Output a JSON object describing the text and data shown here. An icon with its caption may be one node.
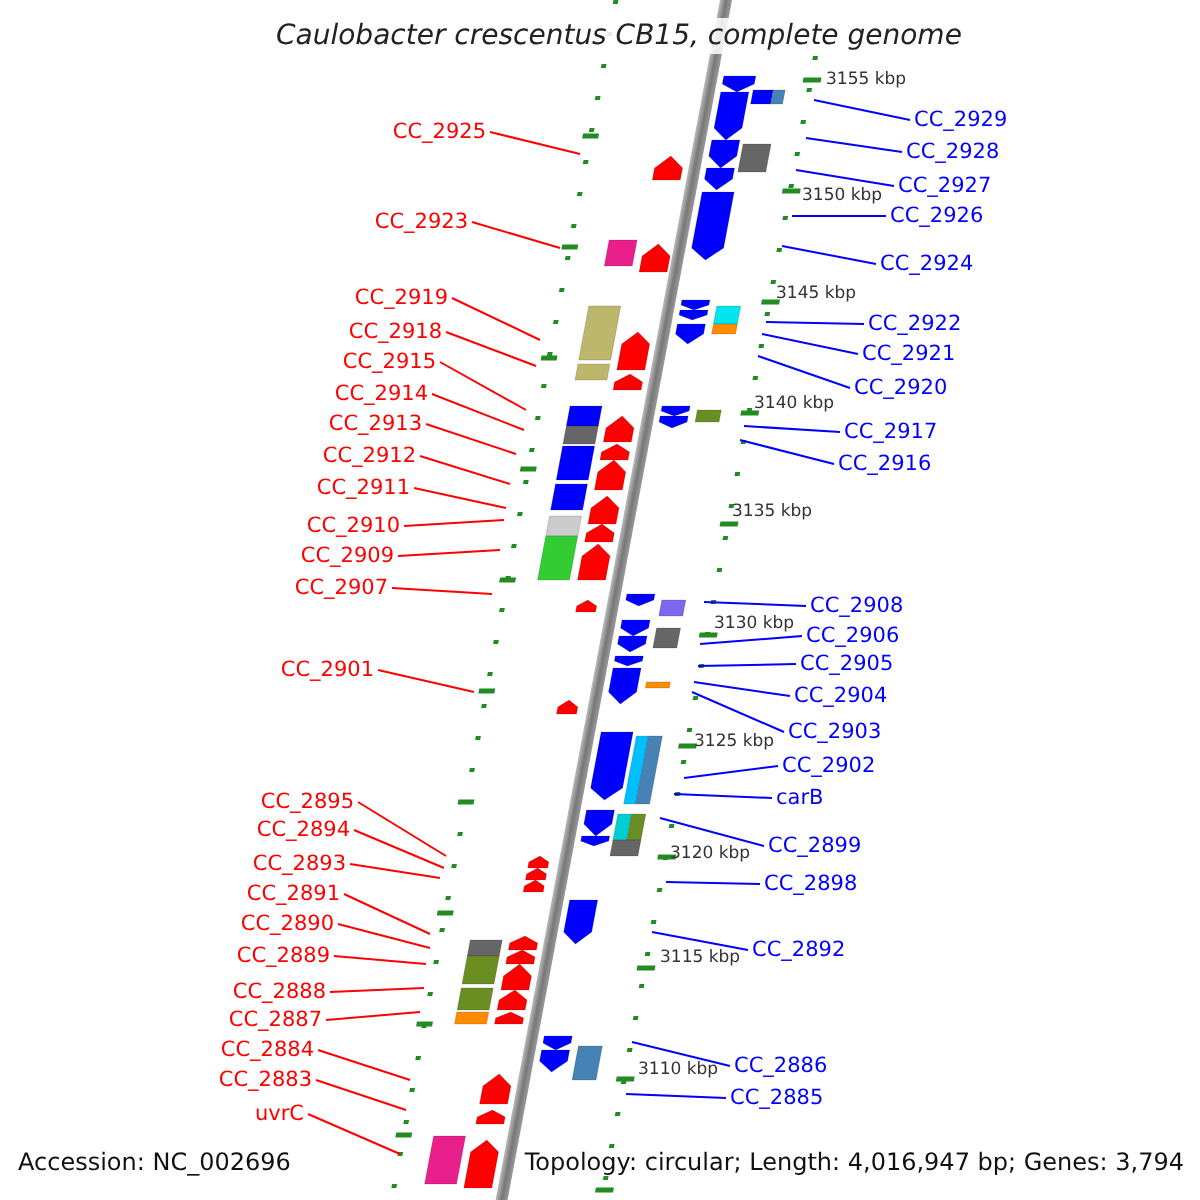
{
  "diagram": {
    "title": "Caulobacter crescentus CB15, complete genome",
    "nodes": [
      {
        "text": [
          "CC_2925"
        ]
      },
      {
        "text": [
          "CC_2923"
        ]
      },
      {
        "text": [
          "CC_2919"
        ]
      },
      {
        "text": [
          "CC_2918"
        ]
      },
      {
        "text": [
          "CC_2915"
        ]
      },
      {
        "text": [
          "CC_2914"
        ]
      },
      {
        "text": [
          "CC_2913"
        ]
      },
      {
        "text": [
          "CC_2912"
        ]
      },
      {
        "text": [
          "CC_2911"
        ]
      },
      {
        "text": [
          "CC_2910"
        ]
      },
      {
        "text": [
          "CC_2909"
        ]
      },
      {
        "text": [
          "CC_2907"
        ]
      },
      {
        "text": [
          "CC_2901"
        ]
      },
      {
        "text": [
          "CC_2895"
        ]
      },
      {
        "text": [
          "CC_2894"
        ]
      },
      {
        "text": [
          "CC_2893"
        ]
      },
      {
        "text": [
          "CC_2891"
        ]
      },
      {
        "text": [
          "CC_2890"
        ]
      },
      {
        "text": [
          "CC_2889"
        ]
      },
      {
        "text": [
          "CC_2888"
        ]
      },
      {
        "text": [
          "CC_2887"
        ]
      },
      {
        "text": [
          "CC_2884"
        ]
      },
      {
        "text": [
          "CC_2883"
        ]
      },
      {
        "text": [
          "uvrC"
        ]
      },
      {
        "text": [
          "CC_2929"
        ]
      },
      {
        "text": [
          "CC_2928"
        ]
      },
      {
        "text": [
          "CC_2927"
        ]
      },
      {
        "text": [
          "CC_2926"
        ]
      },
      {
        "text": [
          "CC_2924"
        ]
      },
      {
        "text": [
          "CC_2922"
        ]
      },
      {
        "text": [
          "CC_2921"
        ]
      },
      {
        "text": [
          "CC_2920"
        ]
      },
      {
        "text": [
          "CC_2917"
        ]
      },
      {
        "text": [
          "CC_2916"
        ]
      },
      {
        "text": [
          "CC_2908"
        ]
      },
      {
        "text": [
          "CC_2906"
        ]
      },
      {
        "text": [
          "CC_2905"
        ]
      },
      {
        "text": [
          "CC_2904"
        ]
      },
      {
        "text": [
          "CC_2903"
        ]
      },
      {
        "text": [
          "CC_2902"
        ]
      },
      {
        "text": [
          "carB"
        ]
      },
      {
        "text": [
          "CC_2899"
        ]
      },
      {
        "text": [
          "CC_2898"
        ]
      },
      {
        "text": [
          "CC_2892"
        ]
      },
      {
        "text": [
          "CC_2886"
        ]
      },
      {
        "text": [
          "CC_2885"
        ]
      }
    ],
    "edges": [
      {
        "from": 0,
        "to": null,
        "arrow": "none"
      },
      {
        "from": 1,
        "to": null,
        "arrow": "none"
      },
      {
        "from": 2,
        "to": null,
        "arrow": "none"
      },
      {
        "from": 3,
        "to": null,
        "arrow": "none"
      },
      {
        "from": 4,
        "to": null,
        "arrow": "none"
      },
      {
        "from": 5,
        "to": null,
        "arrow": "none"
      },
      {
        "from": 6,
        "to": null,
        "arrow": "none"
      },
      {
        "from": 7,
        "to": null,
        "arrow": "none"
      },
      {
        "from": 8,
        "to": null,
        "arrow": "none"
      },
      {
        "from": 9,
        "to": null,
        "arrow": "none"
      },
      {
        "from": 10,
        "to": null,
        "arrow": "none"
      },
      {
        "from": 11,
        "to": null,
        "arrow": "none"
      },
      {
        "from": 12,
        "to": null,
        "arrow": "none"
      },
      {
        "from": 13,
        "to": null,
        "arrow": "none"
      },
      {
        "from": 14,
        "to": null,
        "arrow": "none"
      },
      {
        "from": 15,
        "to": null,
        "arrow": "none"
      },
      {
        "from": 16,
        "to": null,
        "arrow": "none"
      },
      {
        "from": 17,
        "to": null,
        "arrow": "none"
      },
      {
        "from": 18,
        "to": null,
        "arrow": "none"
      },
      {
        "from": 19,
        "to": null,
        "arrow": "none"
      },
      {
        "from": 20,
        "to": null,
        "arrow": "none"
      },
      {
        "from": 21,
        "to": null,
        "arrow": "none"
      },
      {
        "from": 22,
        "to": null,
        "arrow": "none"
      },
      {
        "from": 23,
        "to": null,
        "arrow": "none"
      },
      {
        "from": 24,
        "to": null,
        "arrow": "none",
        "color": "#0000ff"
      },
      {
        "from": 25,
        "to": null,
        "arrow": "none",
        "color": "#0000ff"
      },
      {
        "from": 26,
        "to": null,
        "arrow": "none",
        "color": "#0000ff"
      },
      {
        "from": 27,
        "to": null,
        "arrow": "none",
        "color": "#0000ff"
      },
      {
        "from": 28,
        "to": null,
        "arrow": "none",
        "color": "#0000ff"
      },
      {
        "from": 29,
        "to": null,
        "arrow": "none",
        "color": "#0000ff"
      },
      {
        "from": 30,
        "to": null,
        "arrow": "none",
        "color": "#0000ff"
      },
      {
        "from": 31,
        "to": null,
        "arrow": "none",
        "color": "#0000ff"
      },
      {
        "from": 32,
        "to": null,
        "arrow": "none",
        "color": "#0000ff"
      },
      {
        "from": 33,
        "to": null,
        "arrow": "none",
        "color": "#0000ff"
      },
      {
        "from": 34,
        "to": null,
        "arrow": "none",
        "color": "#0000ff"
      },
      {
        "from": 35,
        "to": null,
        "arrow": "none",
        "color": "#0000ff"
      },
      {
        "from": 36,
        "to": null,
        "arrow": "none",
        "color": "#0000ff"
      },
      {
        "from": 37,
        "to": null,
        "arrow": "none",
        "color": "#0000ff"
      },
      {
        "from": 38,
        "to": null,
        "arrow": "none",
        "color": "#0000ff"
      },
      {
        "from": 39,
        "to": null,
        "arrow": "none",
        "color": "#0000ff"
      },
      {
        "from": 40,
        "to": null,
        "arrow": "none",
        "color": "#0000ff"
      },
      {
        "from": 41,
        "to": null,
        "arrow": "none",
        "color": "#0000ff"
      },
      {
        "from": 42,
        "to": null,
        "arrow": "none",
        "color": "#0000ff"
      },
      {
        "from": 43,
        "to": null,
        "arrow": "none",
        "color": "#0000ff"
      },
      {
        "from": 44,
        "to": null,
        "arrow": "none",
        "color": "#0000ff"
      },
      {
        "from": 45,
        "to": null,
        "arrow": "none",
        "color": "#0000ff"
      }
    ],
    "labels": [
      "3155 kbp",
      "3150 kbp",
      "3145 kbp",
      "3140 kbp",
      "3135 kbp",
      "3130 kbp",
      "3125 kbp",
      "3120 kbp",
      "3115 kbp",
      "3110 kbp",
      "Accession: NC_002696",
      "Topology: circular; Length: 4,016,947 bp; Genes: 3,794"
    ]
  }
}
